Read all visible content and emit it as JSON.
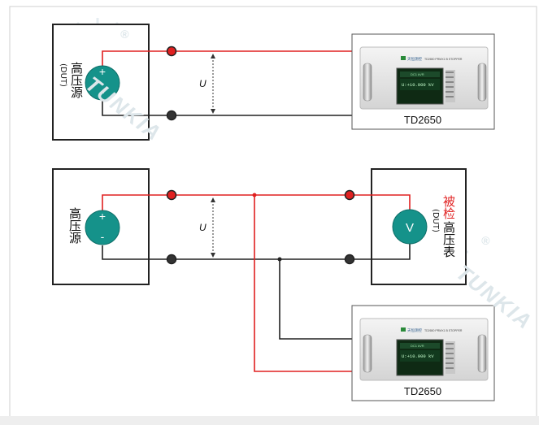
{
  "diagram_top": {
    "source_label": "高压源",
    "source_dut": "(DUT)",
    "voltage_label": "U",
    "plus_sign": "+",
    "minus_sign": "-",
    "instrument_model": "TD2650"
  },
  "diagram_bottom": {
    "source_label": "高压源",
    "voltage_label": "U",
    "plus_sign": "+",
    "minus_sign": "-",
    "meter_symbol": "V",
    "meter_label_red": "被检",
    "meter_label_black": "高压表",
    "meter_dut": "(DUT)",
    "instrument_model": "TD2650"
  },
  "instrument_screen": {
    "brand": "天恒测控",
    "header": "TD2650 PRMX1 B STOPPER",
    "mode": "DC1 kVR",
    "reading": "U:+10.000 kV"
  },
  "watermark": {
    "text": "TUNKIA",
    "registered": "®"
  },
  "colors": {
    "positive_wire": "#e02020",
    "negative_wire": "#222222",
    "source_fill": "#15928a",
    "label_red": "#e02020"
  }
}
